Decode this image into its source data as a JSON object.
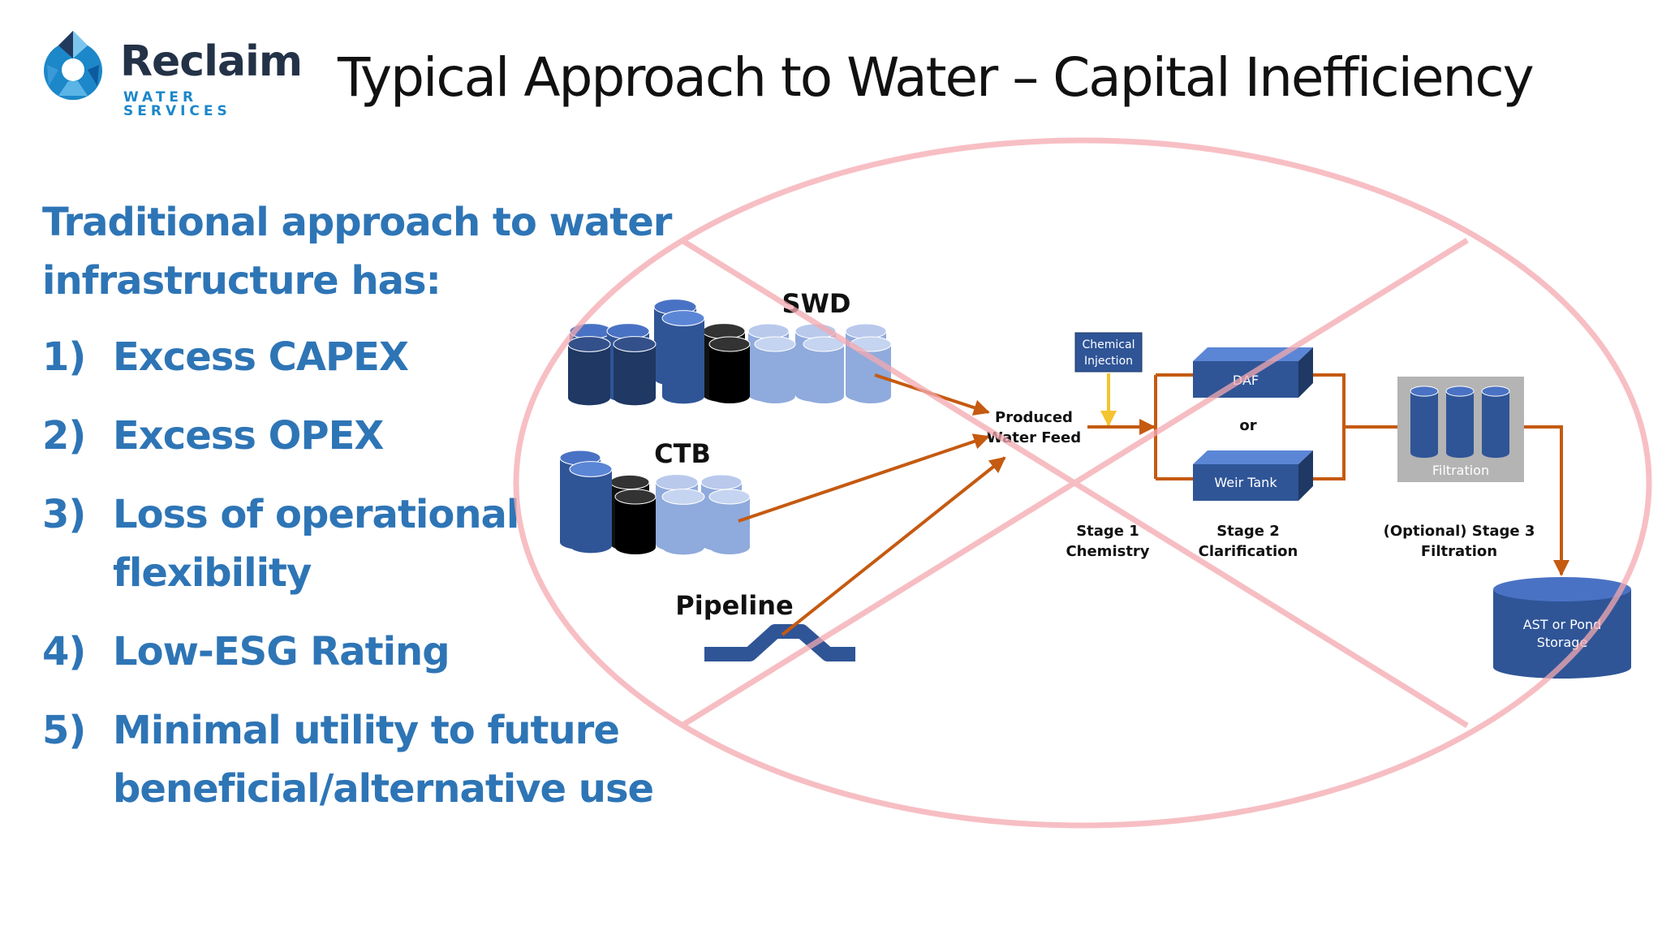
{
  "header": {
    "logo_name": "Reclaim",
    "logo_tagline": "WATER SERVICES",
    "title": "Typical Approach to Water – Capital Inefficiency"
  },
  "content": {
    "intro_line1": "Traditional approach to water",
    "intro_line2": "infrastructure has:",
    "points": [
      {
        "num": "1)",
        "text": "Excess CAPEX"
      },
      {
        "num": "2)",
        "text": "Excess OPEX"
      },
      {
        "num": "3)",
        "text": "Loss of operational flexibility"
      },
      {
        "num": "4)",
        "text": "Low-ESG Rating"
      },
      {
        "num": "5)",
        "text": "Minimal utility to future beneficial/alternative use"
      }
    ]
  },
  "diagram": {
    "sources": {
      "swd": "SWD",
      "ctb": "CTB",
      "pipeline": "Pipeline"
    },
    "feed_line1": "Produced",
    "feed_line2": "Water Feed",
    "chem_line1": "Chemical",
    "chem_line2": "Injection",
    "daf": "DAF",
    "or": "or",
    "weir": "Weir Tank",
    "filtration": "Filtration",
    "storage_line1": "AST or Pond",
    "storage_line2": "Storage",
    "stage1_line1": "Stage 1",
    "stage1_line2": "Chemistry",
    "stage2_line1": "Stage 2",
    "stage2_line2": "Clarification",
    "stage3_line1": "(Optional) Stage 3",
    "stage3_line2": "Filtration"
  },
  "colors": {
    "accent_blue": "#2e75b6",
    "flow_arrow": "#c55a11",
    "cross_out": "#f4a9b0",
    "dark_tank": "#1f3864",
    "mid_tank": "#2f5597",
    "light_tank": "#8faadc"
  }
}
